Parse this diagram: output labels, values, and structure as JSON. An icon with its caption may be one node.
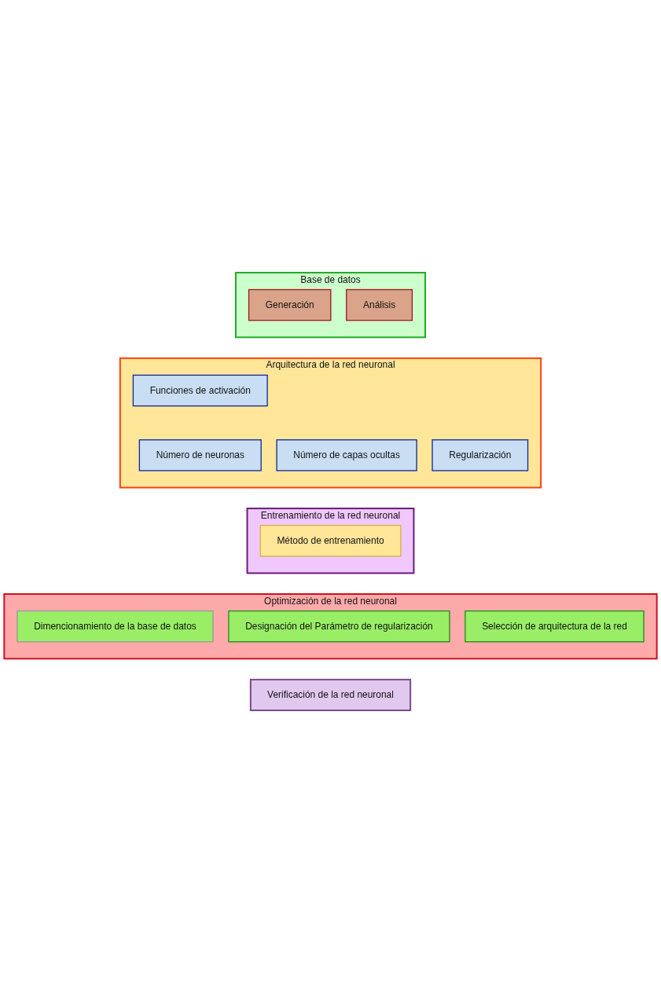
{
  "diagram": {
    "nodes": [
      {
        "text": [
          "Base de datos"
        ]
      },
      {
        "text": [
          "Generación"
        ],
        "in": 0
      },
      {
        "text": [
          "Análisis"
        ],
        "in": 0
      },
      {
        "text": [
          "Arquitectura de la red neuronal"
        ]
      },
      {
        "text": [
          "Funciones de activación"
        ],
        "in": 3
      },
      {
        "text": [
          "Número de capas ocultas"
        ],
        "in": 3
      },
      {
        "text": [
          "Número de neuronas"
        ],
        "in": 3
      },
      {
        "text": [
          "Regularización"
        ],
        "in": 3
      },
      {
        "text": [
          "Entrenamiento de la red neuronal"
        ]
      },
      {
        "text": [
          "Método de entrenamiento"
        ],
        "in": 8
      },
      {
        "text": [
          "Optimización de la red neuronal"
        ]
      },
      {
        "text": [
          "Dimencionamiento de la base de datos"
        ],
        "in": 10
      },
      {
        "text": [
          "Designación del Parámetro de regularización"
        ],
        "in": 10
      },
      {
        "text": [
          "Selección de arquitectura de la red"
        ],
        "in": 10
      },
      {
        "text": [
          "Verificación de la red neuronal"
        ]
      }
    ]
  }
}
